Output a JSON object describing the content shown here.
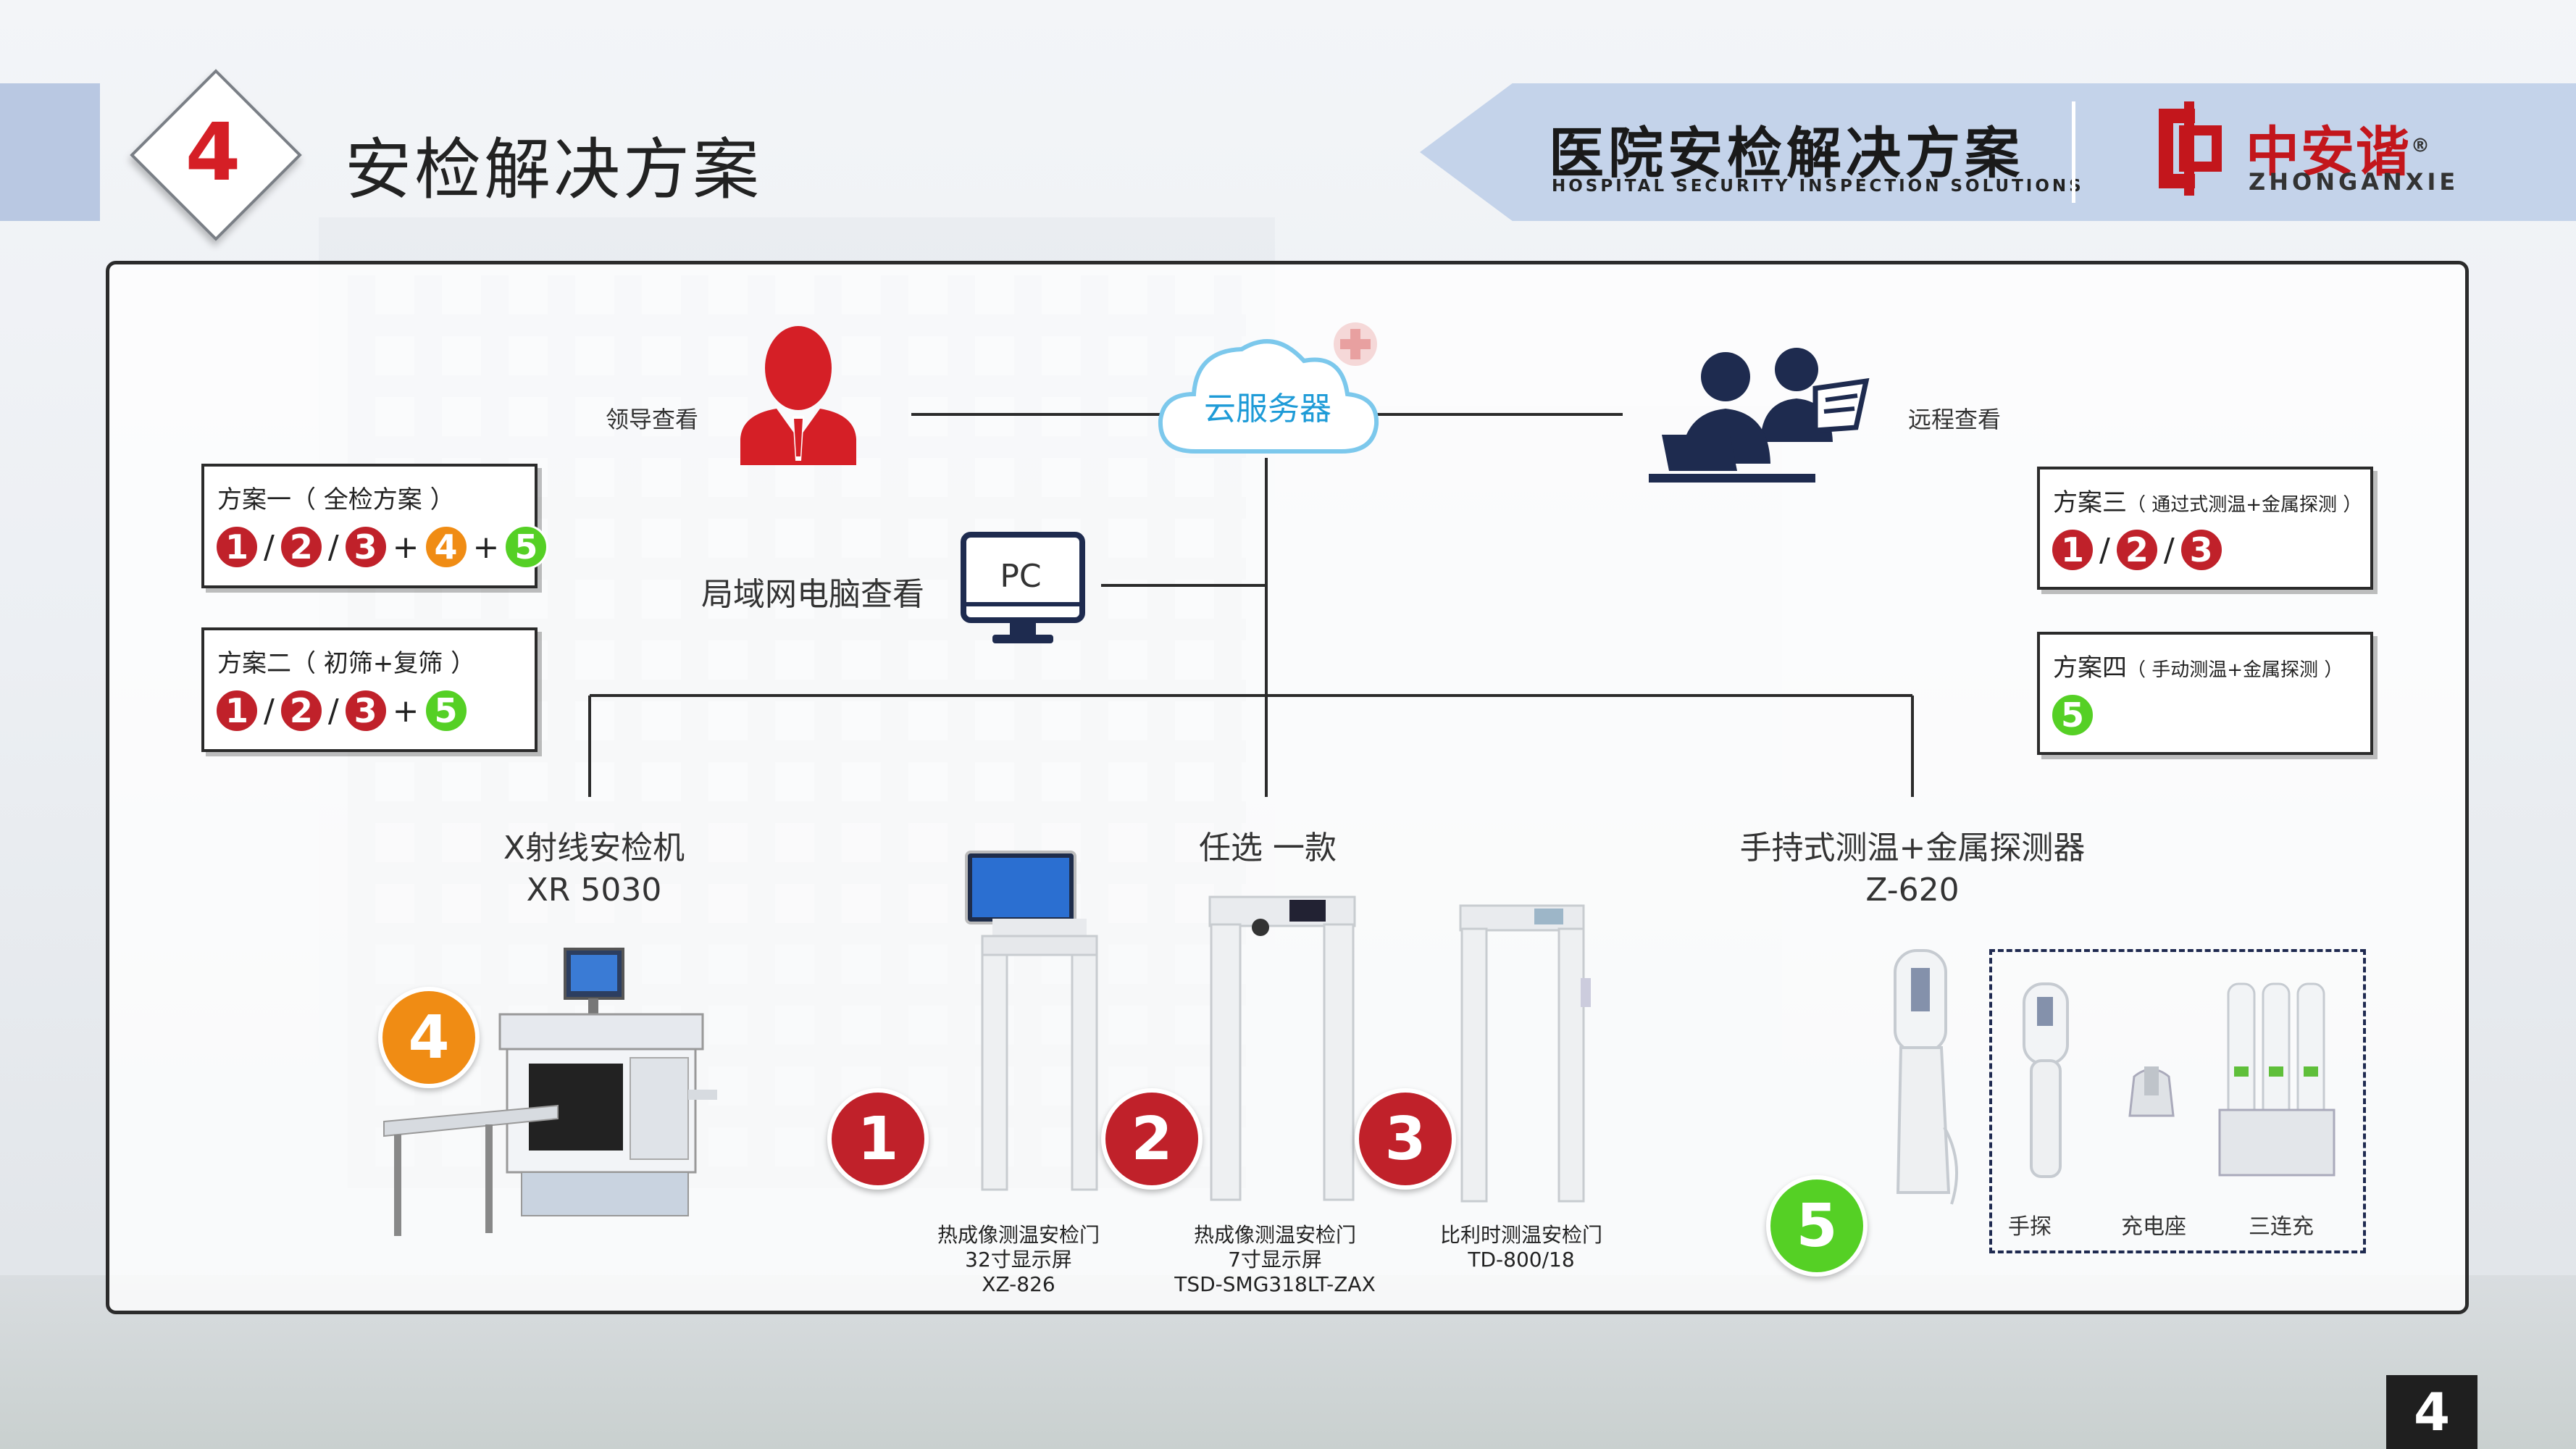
{
  "header": {
    "section_number": "4",
    "title": "安检解决方案",
    "brand_title": "医院安检解决方案",
    "brand_subtitle": "HOSPITAL SECURITY INSPECTION SOLUTIONS",
    "logo_cn": "中安谐",
    "logo_en": "ZHONGANXIE",
    "registered_mark": "®"
  },
  "network": {
    "leader_label": "领导查看",
    "cloud_label": "云服务器",
    "remote_label": "远程查看",
    "lan_label": "局域网电脑查看",
    "pc_label": "PC"
  },
  "schemes": [
    {
      "title": "方案一",
      "desc": "（ 全检方案 ）",
      "chips": [
        "1",
        "/",
        "2",
        "/",
        "3",
        "+",
        "4",
        "+",
        "5"
      ]
    },
    {
      "title": "方案二",
      "desc": "（ 初筛+复筛 ）",
      "chips": [
        "1",
        "/",
        "2",
        "/",
        "3",
        "+",
        "5"
      ]
    },
    {
      "title": "方案三",
      "desc": "（ 通过式测温+金属探测 ）",
      "chips": [
        "1",
        "/",
        "2",
        "/",
        "3"
      ]
    },
    {
      "title": "方案四",
      "desc": "（ 手动测温+金属探测 ）",
      "chips": [
        "5"
      ]
    }
  ],
  "devices": {
    "xray_name": "X射线安检机",
    "xray_model": "XR 5030",
    "choose_one": "任选 一款",
    "handheld_name": "手持式测温+金属探测器",
    "handheld_model": "Z-620",
    "gate1": {
      "number": "1",
      "line1": "热成像测温安检门",
      "line2": "32寸显示屏",
      "line3": "XZ-826"
    },
    "gate2": {
      "number": "2",
      "line1": "热成像测温安检门",
      "line2": "7寸显示屏",
      "line3": "TSD-SMG318LT-ZAX"
    },
    "gate3": {
      "number": "3",
      "line1": "比利时测温安检门",
      "line2": "TD-800/18"
    },
    "xray_number": "4",
    "handheld_number": "5",
    "accessories": [
      "手探",
      "充电座",
      "三连充"
    ]
  },
  "colors": {
    "red": "#c0212a",
    "orange": "#f08c14",
    "green": "#55d025",
    "blue": "#1e9bd7"
  },
  "page_number": "4"
}
